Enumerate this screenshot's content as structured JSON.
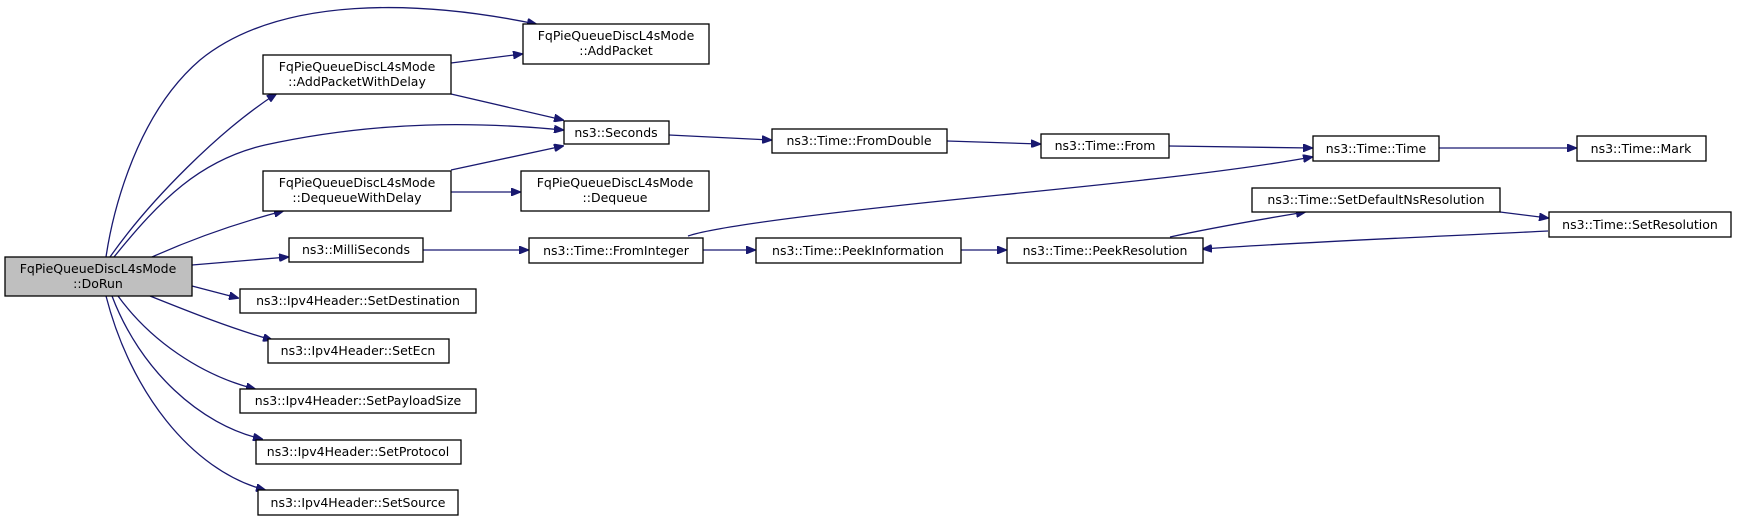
{
  "graph": {
    "nodes": {
      "doRun": [
        "FqPieQueueDiscL4sMode",
        "::DoRun"
      ],
      "addPacket": [
        "FqPieQueueDiscL4sMode",
        "::AddPacket"
      ],
      "addPacketDelay": [
        "FqPieQueueDiscL4sMode",
        "::AddPacketWithDelay"
      ],
      "seconds": [
        "ns3::Seconds"
      ],
      "dequeueDelay": [
        "FqPieQueueDiscL4sMode",
        "::DequeueWithDelay"
      ],
      "dequeue": [
        "FqPieQueueDiscL4sMode",
        "::Dequeue"
      ],
      "milliSeconds": [
        "ns3::MilliSeconds"
      ],
      "setDestination": [
        "ns3::Ipv4Header::SetDestination"
      ],
      "setEcn": [
        "ns3::Ipv4Header::SetEcn"
      ],
      "setPayloadSize": [
        "ns3::Ipv4Header::SetPayloadSize"
      ],
      "setProtocol": [
        "ns3::Ipv4Header::SetProtocol"
      ],
      "setSource": [
        "ns3::Ipv4Header::SetSource"
      ],
      "fromDouble": [
        "ns3::Time::FromDouble"
      ],
      "from": [
        "ns3::Time::From"
      ],
      "time": [
        "ns3::Time::Time"
      ],
      "mark": [
        "ns3::Time::Mark"
      ],
      "fromInteger": [
        "ns3::Time::FromInteger"
      ],
      "peekInformation": [
        "ns3::Time::PeekInformation"
      ],
      "peekResolution": [
        "ns3::Time::PeekResolution"
      ],
      "setDefaultNs": [
        "ns3::Time::SetDefaultNsResolution"
      ],
      "setResolution": [
        "ns3::Time::SetResolution"
      ]
    },
    "colors": {
      "edge": "#191970",
      "node_border": "#000000",
      "node_fill": "#ffffff",
      "root_fill": "#bfbfbf"
    }
  }
}
